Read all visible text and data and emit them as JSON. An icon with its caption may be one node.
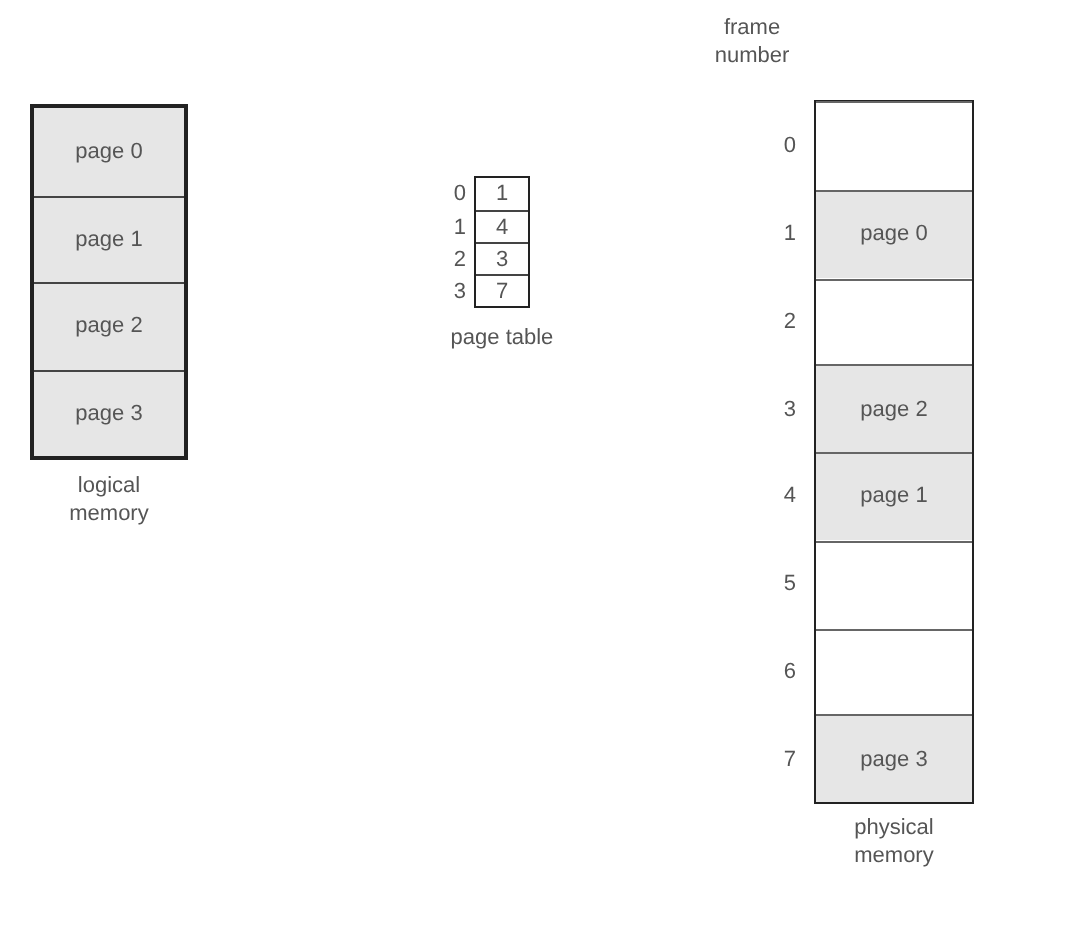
{
  "diagram": {
    "nodes": [
      {
        "text": [
          "logical memory"
        ]
      },
      {
        "text": [
          "page 0"
        ],
        "in": 0
      },
      {
        "text": [
          "page 1"
        ],
        "in": 0
      },
      {
        "text": [
          "page 2"
        ],
        "in": 0
      },
      {
        "text": [
          "page 3"
        ],
        "in": 0
      },
      {
        "text": [
          "page table"
        ]
      },
      {
        "text": [
          "1"
        ],
        "in": 5,
        "beside": [
          "0"
        ]
      },
      {
        "text": [
          "4"
        ],
        "in": 5,
        "beside": [
          "1"
        ]
      },
      {
        "text": [
          "3"
        ],
        "in": 5,
        "beside": [
          "2"
        ]
      },
      {
        "text": [
          "7"
        ],
        "in": 5,
        "beside": [
          "3"
        ]
      },
      {
        "text": [
          "physical memory"
        ]
      },
      {
        "text": [],
        "shape": "box",
        "in": 10,
        "beside": [
          "0"
        ]
      },
      {
        "text": [
          "page 0"
        ],
        "in": 10,
        "beside": [
          "1"
        ]
      },
      {
        "text": [],
        "shape": "box",
        "in": 10,
        "beside": [
          "2"
        ]
      },
      {
        "text": [
          "page 2"
        ],
        "in": 10,
        "beside": [
          "3"
        ]
      },
      {
        "text": [
          "page 1"
        ],
        "in": 10,
        "beside": [
          "4"
        ]
      },
      {
        "text": [],
        "shape": "box",
        "in": 10,
        "beside": [
          "5"
        ]
      },
      {
        "text": [],
        "shape": "box",
        "in": 10,
        "beside": [
          "6"
        ]
      },
      {
        "text": [
          "page 3"
        ],
        "in": 10,
        "beside": [
          "7"
        ]
      }
    ],
    "labels": [
      "frame number"
    ]
  }
}
